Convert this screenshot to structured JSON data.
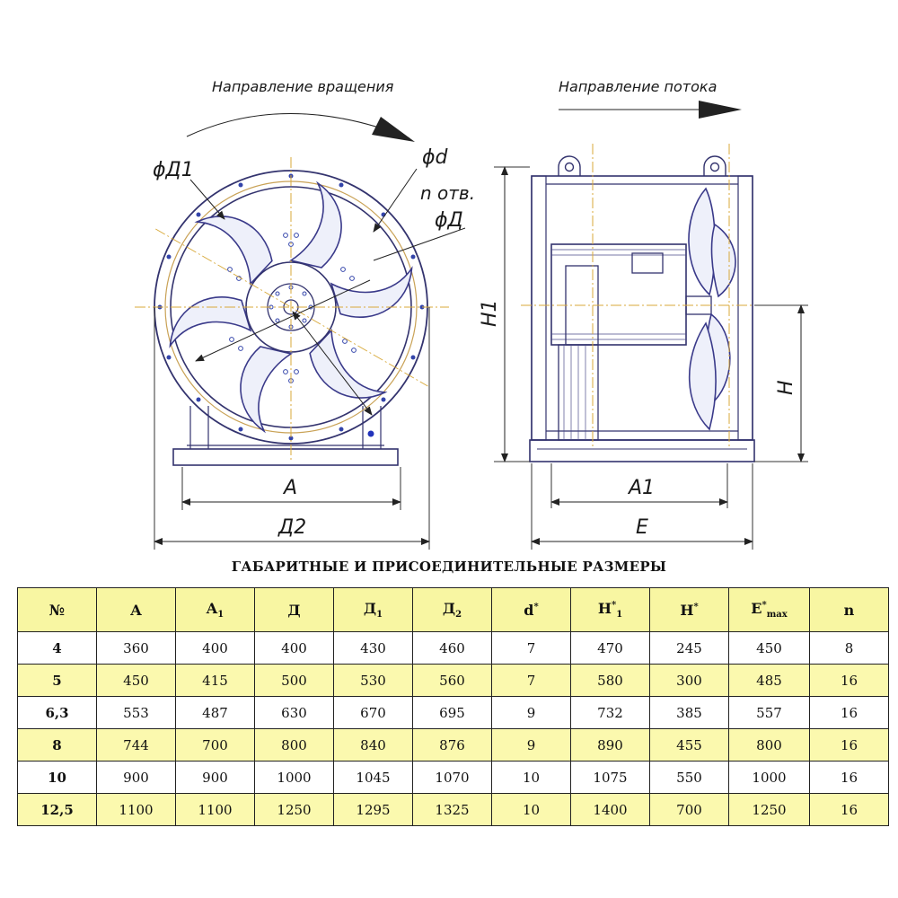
{
  "drawing": {
    "label_rotation": "Направление вращения",
    "label_flow": "Направление потока",
    "label_phi_D1": "ϕД1",
    "label_phi_d": "ϕd",
    "label_n_holes": "n отв.",
    "label_phi_D": "ϕД",
    "label_A": "A",
    "label_D2": "Д2",
    "label_H1": "H1",
    "label_H": "H",
    "label_A1": "A1",
    "label_E": "E"
  },
  "table": {
    "title": "ГАБАРИТНЫЕ И ПРИСОЕДИНИТЕЛЬНЫЕ РАЗМЕРЫ",
    "headers": [
      {
        "main": "№",
        "sub": "",
        "sup": ""
      },
      {
        "main": "A",
        "sub": "",
        "sup": ""
      },
      {
        "main": "A",
        "sub": "1",
        "sup": ""
      },
      {
        "main": "Д",
        "sub": "",
        "sup": ""
      },
      {
        "main": "Д",
        "sub": "1",
        "sup": ""
      },
      {
        "main": "Д",
        "sub": "2",
        "sup": ""
      },
      {
        "main": "d",
        "sub": "",
        "sup": "*"
      },
      {
        "main": "H",
        "sub": "1",
        "sup": "*"
      },
      {
        "main": "H",
        "sub": "",
        "sup": "*"
      },
      {
        "main": "E",
        "sub": "max",
        "sup": "*"
      },
      {
        "main": "n",
        "sub": "",
        "sup": ""
      }
    ],
    "rows": [
      [
        "4",
        "360",
        "400",
        "400",
        "430",
        "460",
        "7",
        "470",
        "245",
        "450",
        "8"
      ],
      [
        "5",
        "450",
        "415",
        "500",
        "530",
        "560",
        "7",
        "580",
        "300",
        "485",
        "16"
      ],
      [
        "6,3",
        "553",
        "487",
        "630",
        "670",
        "695",
        "9",
        "732",
        "385",
        "557",
        "16"
      ],
      [
        "8",
        "744",
        "700",
        "800",
        "840",
        "876",
        "9",
        "890",
        "455",
        "800",
        "16"
      ],
      [
        "10",
        "900",
        "900",
        "1000",
        "1045",
        "1070",
        "10",
        "1075",
        "550",
        "1000",
        "16"
      ],
      [
        "12,5",
        "1100",
        "1100",
        "1250",
        "1295",
        "1325",
        "10",
        "1400",
        "700",
        "1250",
        "16"
      ]
    ],
    "header_color": "#f8f6a2",
    "alt_row_color": "#fbf9ae"
  }
}
